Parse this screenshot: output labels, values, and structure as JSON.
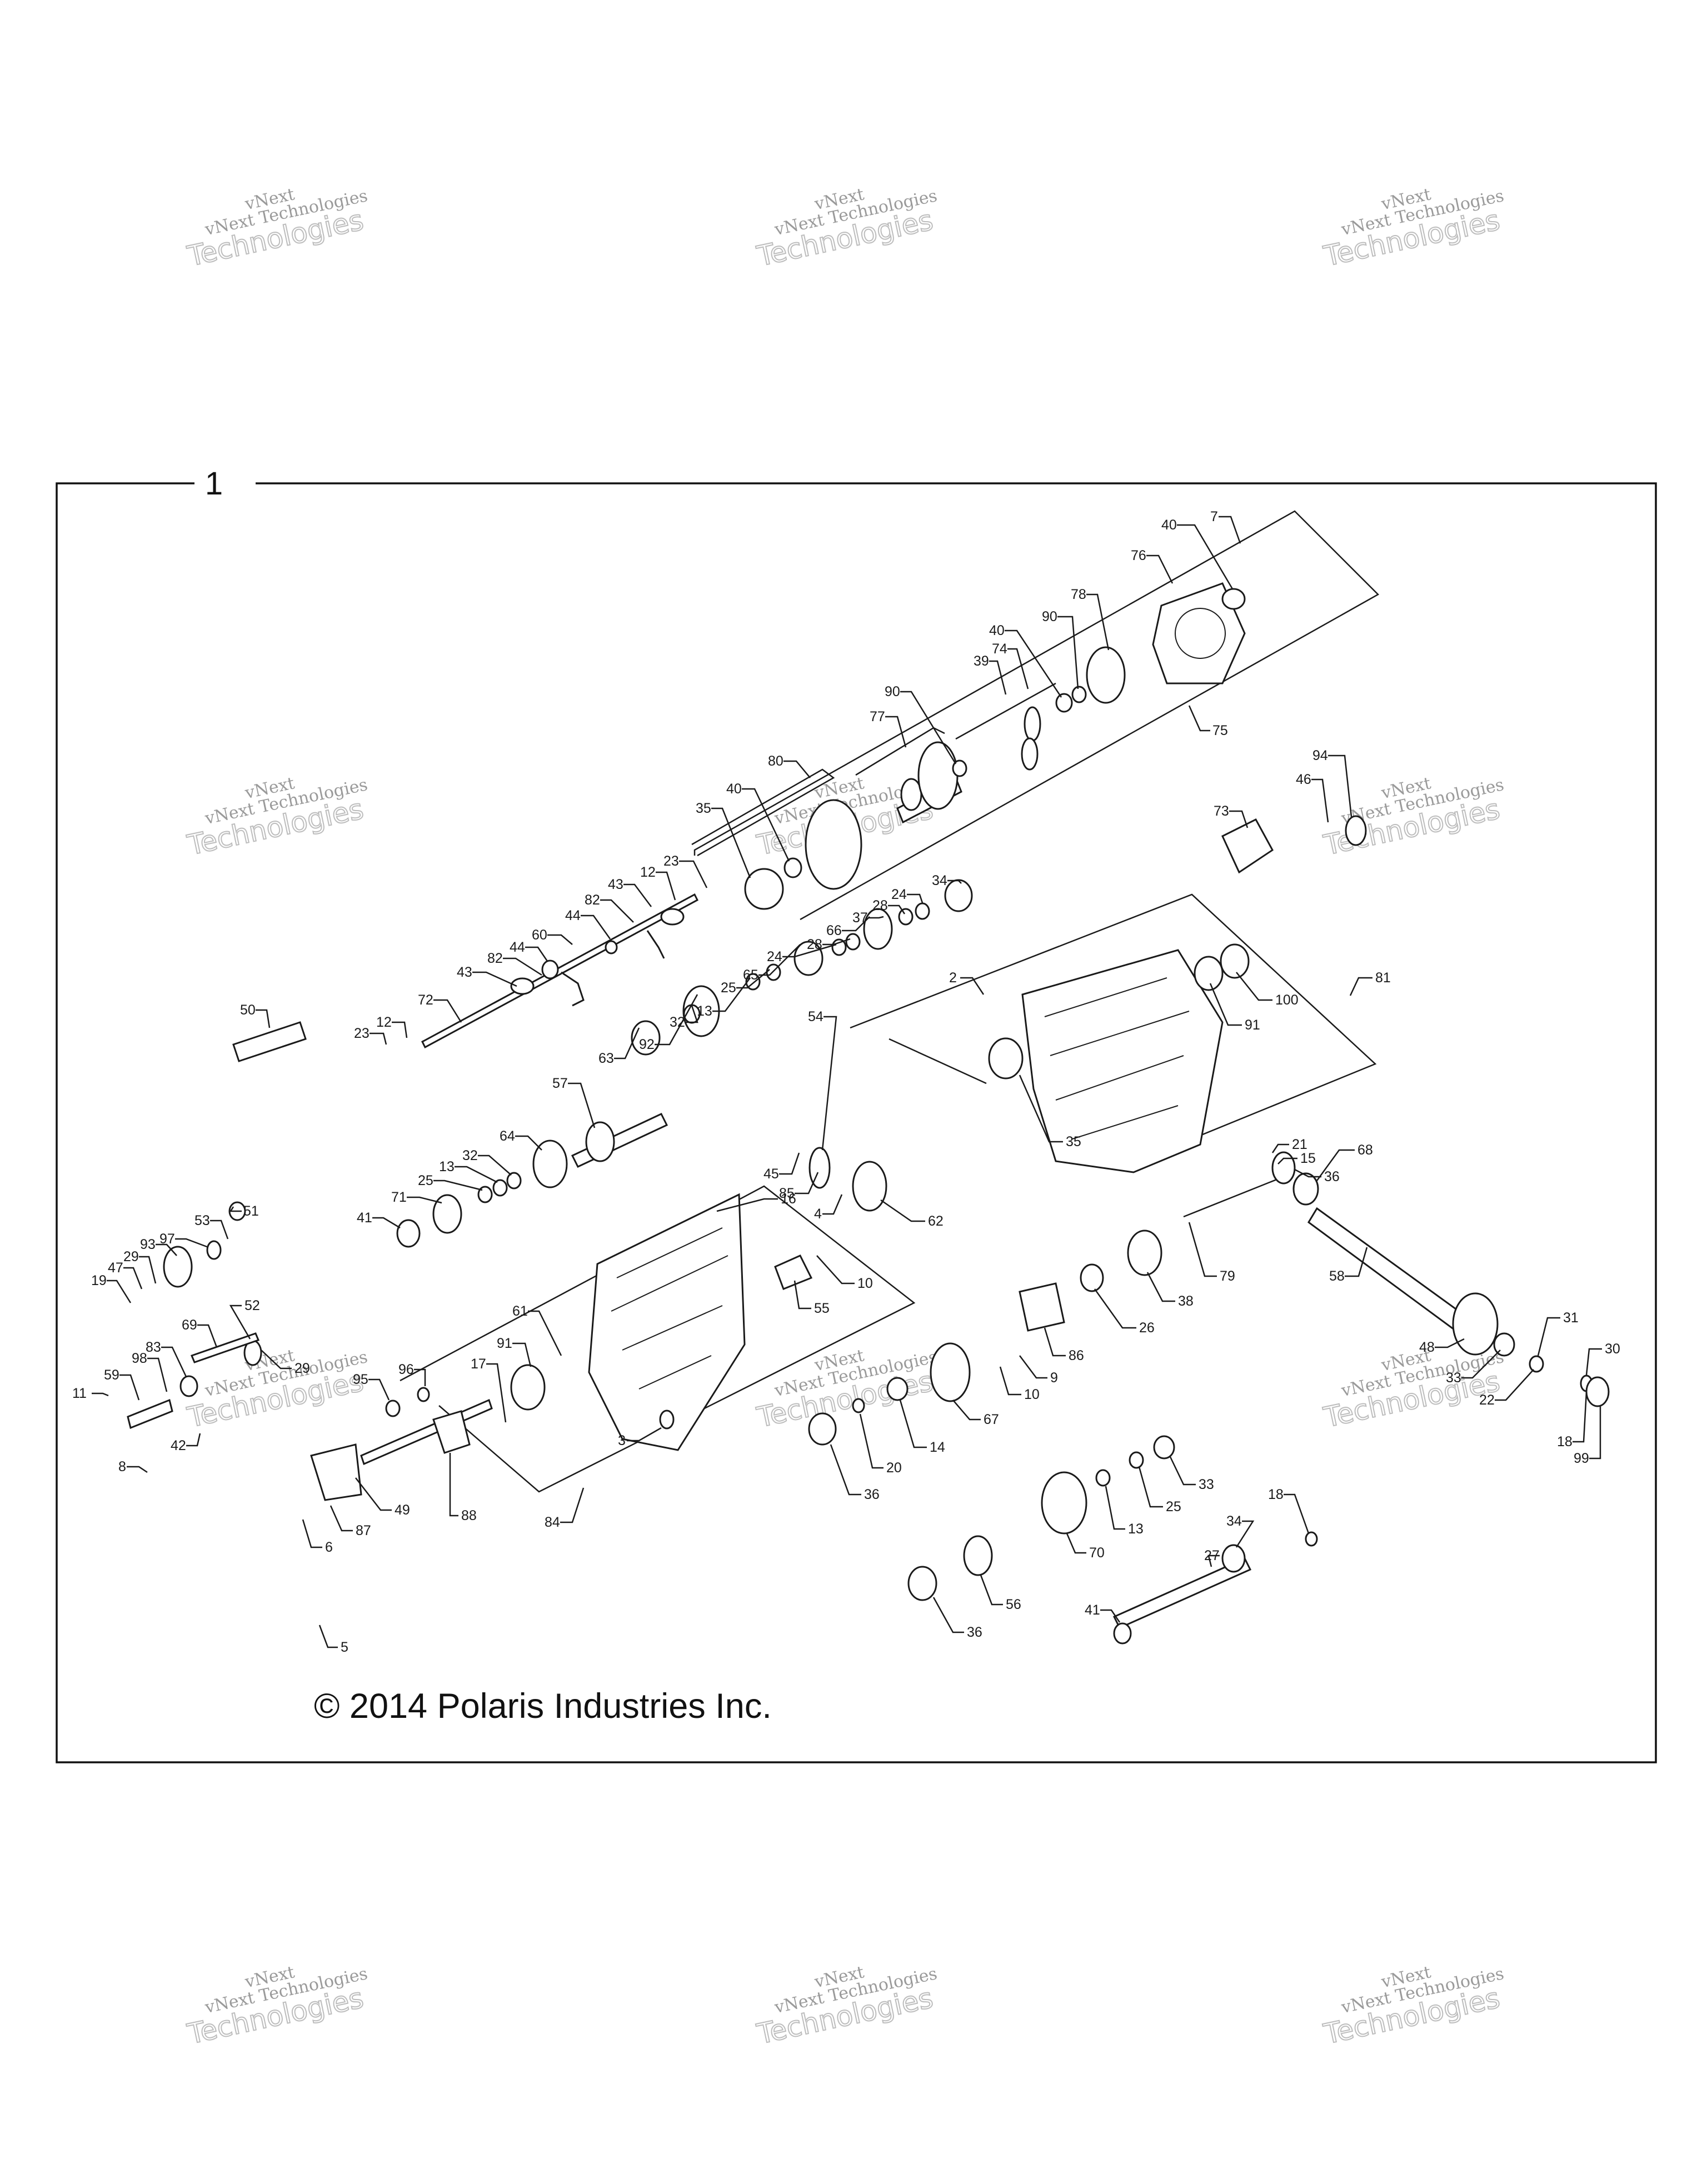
{
  "frame_label": "1",
  "copyright": "© 2014 Polaris Industries Inc.",
  "watermark": {
    "line1": "vNext",
    "line2": "vNext Technologies",
    "line3": "Technologies"
  },
  "callouts": [
    {
      "id": "c7",
      "label": "7"
    },
    {
      "id": "c40a",
      "label": "40"
    },
    {
      "id": "c76",
      "label": "76"
    },
    {
      "id": "c78",
      "label": "78"
    },
    {
      "id": "c90a",
      "label": "90"
    },
    {
      "id": "c40b",
      "label": "40"
    },
    {
      "id": "c74",
      "label": "74"
    },
    {
      "id": "c39",
      "label": "39"
    },
    {
      "id": "c90b",
      "label": "90"
    },
    {
      "id": "c77",
      "label": "77"
    },
    {
      "id": "c75",
      "label": "75"
    },
    {
      "id": "c80",
      "label": "80"
    },
    {
      "id": "c40c",
      "label": "40"
    },
    {
      "id": "c35a",
      "label": "35"
    },
    {
      "id": "c94",
      "label": "94"
    },
    {
      "id": "c46",
      "label": "46"
    },
    {
      "id": "c73",
      "label": "73"
    },
    {
      "id": "c23a",
      "label": "23"
    },
    {
      "id": "c12a",
      "label": "12"
    },
    {
      "id": "c43a",
      "label": "43"
    },
    {
      "id": "c82a",
      "label": "82"
    },
    {
      "id": "c44a",
      "label": "44"
    },
    {
      "id": "c60",
      "label": "60"
    },
    {
      "id": "c44b",
      "label": "44"
    },
    {
      "id": "c82b",
      "label": "82"
    },
    {
      "id": "c43b",
      "label": "43"
    },
    {
      "id": "c72",
      "label": "72"
    },
    {
      "id": "c12b",
      "label": "12"
    },
    {
      "id": "c23b",
      "label": "23"
    },
    {
      "id": "c34a",
      "label": "34"
    },
    {
      "id": "c24a",
      "label": "24"
    },
    {
      "id": "c28a",
      "label": "28"
    },
    {
      "id": "c37",
      "label": "37"
    },
    {
      "id": "c66",
      "label": "66"
    },
    {
      "id": "c28b",
      "label": "28"
    },
    {
      "id": "c24b",
      "label": "24"
    },
    {
      "id": "c65",
      "label": "65"
    },
    {
      "id": "c25a",
      "label": "25"
    },
    {
      "id": "c13a",
      "label": "13"
    },
    {
      "id": "c32a",
      "label": "32"
    },
    {
      "id": "c92",
      "label": "92"
    },
    {
      "id": "c63",
      "label": "63"
    },
    {
      "id": "c81",
      "label": "81"
    },
    {
      "id": "c100",
      "label": "100"
    },
    {
      "id": "c91a",
      "label": "91"
    },
    {
      "id": "c2",
      "label": "2"
    },
    {
      "id": "c50",
      "label": "50"
    },
    {
      "id": "c54",
      "label": "54"
    },
    {
      "id": "c45",
      "label": "45"
    },
    {
      "id": "c85",
      "label": "85"
    },
    {
      "id": "c4",
      "label": "4"
    },
    {
      "id": "c35b",
      "label": "35"
    },
    {
      "id": "c57",
      "label": "57"
    },
    {
      "id": "c64",
      "label": "64"
    },
    {
      "id": "c32b",
      "label": "32"
    },
    {
      "id": "c13b",
      "label": "13"
    },
    {
      "id": "c25b",
      "label": "25"
    },
    {
      "id": "c71",
      "label": "71"
    },
    {
      "id": "c41a",
      "label": "41"
    },
    {
      "id": "c62",
      "label": "62"
    },
    {
      "id": "c21",
      "label": "21"
    },
    {
      "id": "c15",
      "label": "15"
    },
    {
      "id": "c36a",
      "label": "36"
    },
    {
      "id": "c68",
      "label": "68"
    },
    {
      "id": "c16",
      "label": "16"
    },
    {
      "id": "c51",
      "label": "51"
    },
    {
      "id": "c53",
      "label": "53"
    },
    {
      "id": "c97",
      "label": "97"
    },
    {
      "id": "c93",
      "label": "93"
    },
    {
      "id": "c29a",
      "label": "29"
    },
    {
      "id": "c47",
      "label": "47"
    },
    {
      "id": "c19",
      "label": "19"
    },
    {
      "id": "c55",
      "label": "55"
    },
    {
      "id": "c10a",
      "label": "10"
    },
    {
      "id": "c79",
      "label": "79"
    },
    {
      "id": "c38",
      "label": "38"
    },
    {
      "id": "c58",
      "label": "58"
    },
    {
      "id": "c52",
      "label": "52"
    },
    {
      "id": "c61",
      "label": "61"
    },
    {
      "id": "c69",
      "label": "69"
    },
    {
      "id": "c83",
      "label": "83"
    },
    {
      "id": "c91b",
      "label": "91"
    },
    {
      "id": "c17",
      "label": "17"
    },
    {
      "id": "c26",
      "label": "26"
    },
    {
      "id": "c86",
      "label": "86"
    },
    {
      "id": "c48",
      "label": "48"
    },
    {
      "id": "c31",
      "label": "31"
    },
    {
      "id": "c30",
      "label": "30"
    },
    {
      "id": "c29b",
      "label": "29"
    },
    {
      "id": "c98",
      "label": "98"
    },
    {
      "id": "c59",
      "label": "59"
    },
    {
      "id": "c11",
      "label": "11"
    },
    {
      "id": "c95",
      "label": "95"
    },
    {
      "id": "c96",
      "label": "96"
    },
    {
      "id": "c9",
      "label": "9"
    },
    {
      "id": "c10b",
      "label": "10"
    },
    {
      "id": "c67",
      "label": "67"
    },
    {
      "id": "c33a",
      "label": "33"
    },
    {
      "id": "c22",
      "label": "22"
    },
    {
      "id": "c18a",
      "label": "18"
    },
    {
      "id": "c99",
      "label": "99"
    },
    {
      "id": "c42",
      "label": "42"
    },
    {
      "id": "c3",
      "label": "3"
    },
    {
      "id": "c14",
      "label": "14"
    },
    {
      "id": "c20",
      "label": "20"
    },
    {
      "id": "c36b",
      "label": "36"
    },
    {
      "id": "c8",
      "label": "8"
    },
    {
      "id": "c49",
      "label": "49"
    },
    {
      "id": "c88",
      "label": "88"
    },
    {
      "id": "c84",
      "label": "84"
    },
    {
      "id": "c87",
      "label": "87"
    },
    {
      "id": "c6",
      "label": "6"
    },
    {
      "id": "c33b",
      "label": "33"
    },
    {
      "id": "c25c",
      "label": "25"
    },
    {
      "id": "c13c",
      "label": "13"
    },
    {
      "id": "c18b",
      "label": "18"
    },
    {
      "id": "c34b",
      "label": "34"
    },
    {
      "id": "c70",
      "label": "70"
    },
    {
      "id": "c27",
      "label": "27"
    },
    {
      "id": "c56",
      "label": "56"
    },
    {
      "id": "c36c",
      "label": "36"
    },
    {
      "id": "c41b",
      "label": "41"
    },
    {
      "id": "c5",
      "label": "5"
    }
  ]
}
